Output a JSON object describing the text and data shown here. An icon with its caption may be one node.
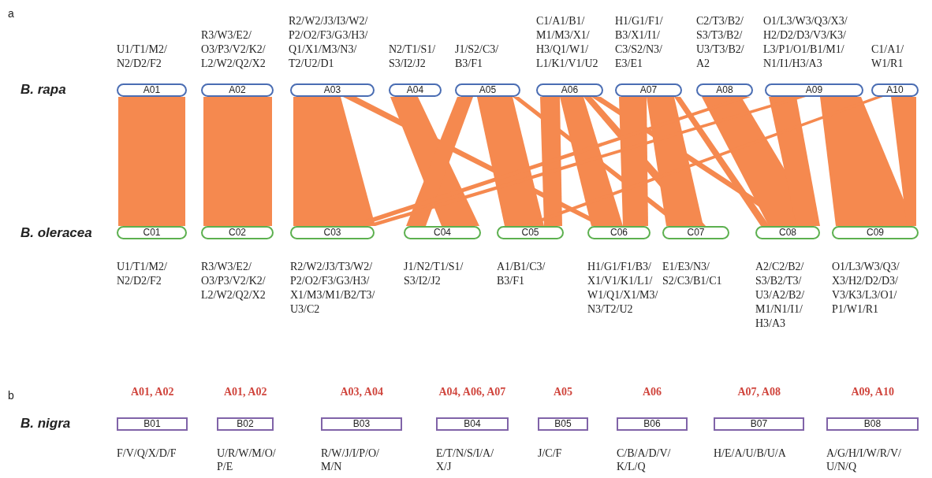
{
  "diagram": {
    "nodes": [
      {
        "text": [
          "A01"
        ],
        "beside": [
          "U1/T1/M2/ N2/D2/F2"
        ]
      },
      {
        "text": [
          "A02"
        ],
        "beside": [
          "R3/W3/E2/ O3/P3/V2/K2/ L2/W2/Q2/X2"
        ]
      },
      {
        "text": [
          "A03"
        ],
        "beside": [
          "R2/W2/J3/I3/W2/ P2/O2/F3/G3/H3/ Q1/X1/M3/N3/ T2/U2/D1"
        ]
      },
      {
        "text": [
          "A04"
        ],
        "beside": [
          "N2/T1/S1/ S3/I2/J2"
        ]
      },
      {
        "text": [
          "A05"
        ],
        "beside": [
          "J1/S2/C3/ B3/F1"
        ]
      },
      {
        "text": [
          "A06"
        ],
        "beside": [
          "C1/A1/B1/ M1/M3/X1/ H3/Q1/W1/ L1/K1/V1/U2"
        ]
      },
      {
        "text": [
          "A07"
        ],
        "beside": [
          "H1/G1/F1/ B3/X1/I1/ C3/S2/N3/ E3/E1"
        ]
      },
      {
        "text": [
          "A08"
        ],
        "beside": [
          "C2/T3/B2/ S3/T3/B2/ U3/T3/B2/ A2"
        ]
      },
      {
        "text": [
          "A09"
        ],
        "beside": [
          "O1/L3/W3/Q3/X3/ H2/D2/D3/V3/K3/ L3/P1/O1/B1/M1/ N1/I1/H3/A3"
        ]
      },
      {
        "text": [
          "A10"
        ],
        "beside": [
          "C1/A1/ W1/R1"
        ]
      },
      {
        "text": [
          "C01"
        ],
        "beside": [
          "U1/T1/M2/ N2/D2/F2"
        ]
      },
      {
        "text": [
          "C02"
        ],
        "beside": [
          "R3/W3/E2/ O3/P3/V2/K2/ L2/W2/Q2/X2"
        ]
      },
      {
        "text": [
          "C03"
        ],
        "beside": [
          "R2/W2/J3/T3/W2/ P2/O2/F3/G3/H3/ X1/M3/M1/B2/T3/ U3/C2"
        ]
      },
      {
        "text": [
          "C04"
        ],
        "beside": [
          "J1/N2/T1/S1/ S3/I2/J2"
        ]
      },
      {
        "text": [
          "C05"
        ],
        "beside": [
          "A1/B1/C3/ B3/F1"
        ]
      },
      {
        "text": [
          "C06"
        ],
        "beside": [
          "H1/G1/F1/B3/ X1/V1/K1/L1/ W1/Q1/X1/M3/ N3/T2/U2"
        ]
      },
      {
        "text": [
          "C07"
        ],
        "beside": [
          "E1/E3/N3/ S2/C3/B1/C1"
        ]
      },
      {
        "text": [
          "C08"
        ],
        "beside": [
          "A2/C2/B2/ S3/B2/T3/ U3/A2/B2/ M1/N1/I1/ H3/A3"
        ]
      },
      {
        "text": [
          "C09"
        ],
        "beside": [
          "O1/L3/W3/Q3/ X3/H2/D2/D3/ V3/K3/L3/O1/ P1/W1/R1"
        ]
      },
      {
        "text": [
          "B01"
        ],
        "beside": [
          "A01, A02",
          "F/V/Q/X/D/F"
        ]
      },
      {
        "text": [
          "B02"
        ],
        "beside": [
          "A01, A02",
          "U/R/W/M/O/ P/E"
        ]
      },
      {
        "text": [
          "B03"
        ],
        "beside": [
          "A03, A04",
          "R/W/J/I/P/O/ M/N"
        ]
      },
      {
        "text": [
          "B04"
        ],
        "beside": [
          "A04, A06, A07",
          "E/T/N/S/I/A/ X/J"
        ]
      },
      {
        "text": [
          "B05"
        ],
        "beside": [
          "A05",
          "J/C/F"
        ]
      },
      {
        "text": [
          "B06"
        ],
        "beside": [
          "A06",
          "C/B/A/D/V/ K/L/Q"
        ]
      },
      {
        "text": [
          "B07"
        ],
        "beside": [
          "A07, A08",
          "H/E/A/U/B/U/A"
        ]
      },
      {
        "text": [
          "B08"
        ],
        "beside": [
          "A09, A10",
          "A/G/H/I/W/R/V/ U/N/Q"
        ]
      }
    ],
    "edges": [
      {
        "from": 0,
        "to": 10,
        "arrow": "none",
        "style": "thick"
      },
      {
        "from": 1,
        "to": 11,
        "arrow": "none",
        "style": "thick"
      },
      {
        "from": 2,
        "to": 12,
        "arrow": "none",
        "style": "thick"
      },
      {
        "from": 2,
        "to": 15,
        "arrow": "none",
        "style": "thick"
      },
      {
        "from": 3,
        "to": 13,
        "arrow": "none",
        "style": "thick"
      },
      {
        "from": 4,
        "to": 13,
        "arrow": "none",
        "style": "thick"
      },
      {
        "from": 4,
        "to": 14,
        "arrow": "none",
        "style": "thick"
      },
      {
        "from": 4,
        "to": 16,
        "arrow": "none",
        "style": "thick"
      },
      {
        "from": 5,
        "to": 14,
        "arrow": "none",
        "style": "thick"
      },
      {
        "from": 5,
        "to": 15,
        "arrow": "none",
        "style": "thick"
      },
      {
        "from": 5,
        "to": 16,
        "arrow": "none",
        "style": "thick"
      },
      {
        "from": 5,
        "to": 17,
        "arrow": "none",
        "style": "thick"
      },
      {
        "from": 6,
        "to": 15,
        "arrow": "none",
        "style": "thick"
      },
      {
        "from": 6,
        "to": 16,
        "arrow": "none",
        "style": "thick"
      },
      {
        "from": 6,
        "to": 17,
        "arrow": "none",
        "style": "thick"
      },
      {
        "from": 7,
        "to": 17,
        "arrow": "none",
        "style": "thick"
      },
      {
        "from": 7,
        "to": 12,
        "arrow": "none",
        "style": "thick"
      },
      {
        "from": 8,
        "to": 18,
        "arrow": "none",
        "style": "thick"
      },
      {
        "from": 8,
        "to": 17,
        "arrow": "none",
        "style": "thick"
      },
      {
        "from": 8,
        "to": 12,
        "arrow": "none",
        "style": "thick"
      },
      {
        "from": 9,
        "to": 18,
        "arrow": "none",
        "style": "thick"
      },
      {
        "from": 9,
        "to": 14,
        "arrow": "none",
        "style": "thick"
      }
    ],
    "labels": [
      "a",
      "B. rapa",
      "B. oleracea",
      "b",
      "B. nigra"
    ]
  }
}
